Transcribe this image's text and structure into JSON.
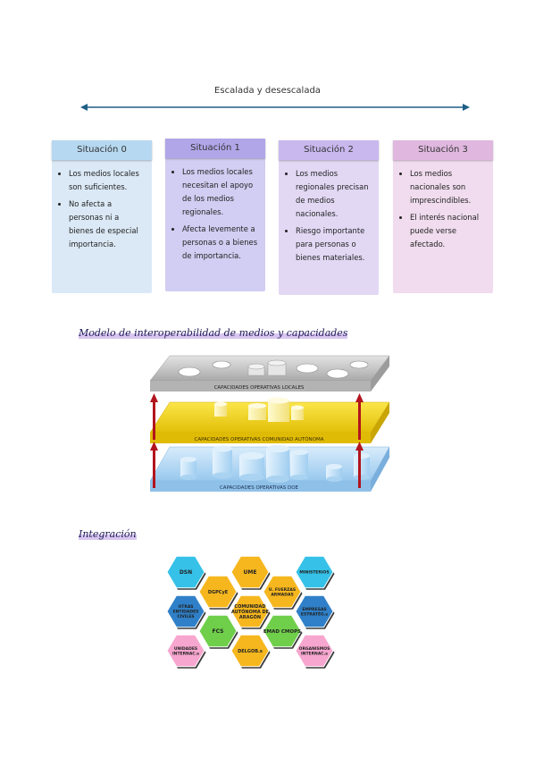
{
  "scale": {
    "title": "Escalada y desescalada"
  },
  "situations": [
    {
      "title": "Situación 0",
      "head_color": "#b6d8f0",
      "body_color": "#dbe9f6",
      "bullets": [
        "Los medios locales son suficientes.",
        "No afecta a personas ni a bienes de especial importancia."
      ]
    },
    {
      "title": "Situación 1",
      "head_color": "#b0a6e8",
      "body_color": "#d2cdf2",
      "bullets": [
        "Los medios locales necesitan el apoyo de los medios regionales.",
        "Afecta levemente a personas o a bienes de importancia."
      ]
    },
    {
      "title": "Situación 2",
      "head_color": "#c9b8ee",
      "body_color": "#e2d8f4",
      "bullets": [
        "Los medios regionales precisan de medios nacionales.",
        "Riesgo importante para personas o bienes materiales."
      ]
    },
    {
      "title": "Situación 3",
      "head_color": "#e0b8df",
      "body_color": "#f0dcee",
      "bullets": [
        "Los medios nacionales son imprescindibles.",
        "El interés nacional puede verse afectado."
      ]
    }
  ],
  "model": {
    "title": "Modelo de interoperabilidad de medios y capacidades",
    "layers": [
      {
        "label": "CAPACIDADES OPERATIVAS LOCALES",
        "color": "#c8c8c8"
      },
      {
        "label": "CAPACIDADES  OPERATIVAS  COMUNIDAD AUTÓNOMA",
        "color": "#f3d617"
      },
      {
        "label": "CAPACIDADES OPERATIVAS DOE",
        "color": "#a9d3f1"
      }
    ]
  },
  "integration": {
    "title": "Integración",
    "hexes": [
      {
        "label": "DSN",
        "color": "#35c1e8"
      },
      {
        "label": "UME",
        "color": "#f6b71e"
      },
      {
        "label": "MINISTERIOS",
        "color": "#35c1e8"
      },
      {
        "label": "DGPCyE",
        "color": "#f6b71e"
      },
      {
        "label": "U. FUERZAS ARMADAS",
        "color": "#f6b71e"
      },
      {
        "label": "OTRAS ENTIDADES CIVILES",
        "color": "#2f80c8"
      },
      {
        "label": "COMUNIDAD AUTÓNOMA DE ARAGÓN",
        "color": "#f6b71e"
      },
      {
        "label": "EMPRESAS ESTRATÉG.s",
        "color": "#2f80c8"
      },
      {
        "label": "FCS",
        "color": "#6fcf4a"
      },
      {
        "label": "EMAD CMOPS",
        "color": "#6fcf4a"
      },
      {
        "label": "UNIDADES INTERNAC.s",
        "color": "#f7a6cf"
      },
      {
        "label": "DELGOB.s",
        "color": "#f6b71e"
      },
      {
        "label": "ORGANISMOS INTERNAC.s",
        "color": "#f7a6cf"
      }
    ]
  },
  "colors": {
    "arrow": "#1e5f86",
    "pillar": "#b2141d"
  }
}
